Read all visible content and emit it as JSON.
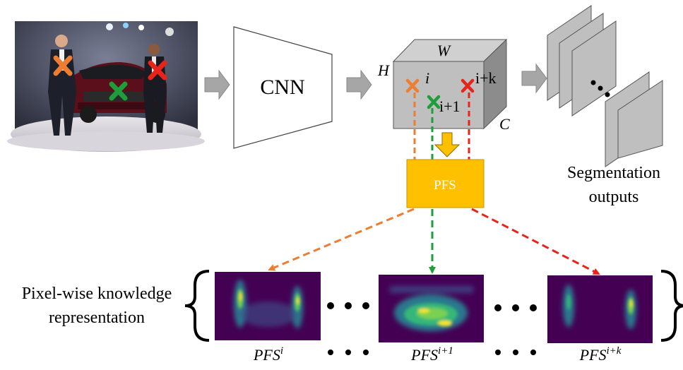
{
  "labels": {
    "cnn": "CNN",
    "pfs_box": "PFS",
    "tensor_w": "W",
    "tensor_h": "H",
    "tensor_c": "C",
    "idx_i": "i",
    "idx_i1": "i+1",
    "idx_ik": "i+k",
    "seg_line1": "Segmentation",
    "seg_line2": "outputs",
    "pk_line1": "Pixel-wise knowledge",
    "pk_line2": "representation",
    "map_base": "PFS",
    "map1_sup": "i",
    "map2_sup": "i+1",
    "map3_sup": "i+k"
  },
  "colors": {
    "orange": "#ED7D31",
    "green": "#1E9E3A",
    "red": "#E8231A",
    "pfs_fill": "#FFC000",
    "arrow_gray": "#A6A6A6",
    "cube_front": "#BFBFBF",
    "cube_top": "#D0D0D0",
    "cube_side": "#8C8C8C",
    "heatmap_bg": "#440154"
  },
  "icons": {
    "marker": "cross-x-icon",
    "ellipsis": "dots-icon"
  }
}
